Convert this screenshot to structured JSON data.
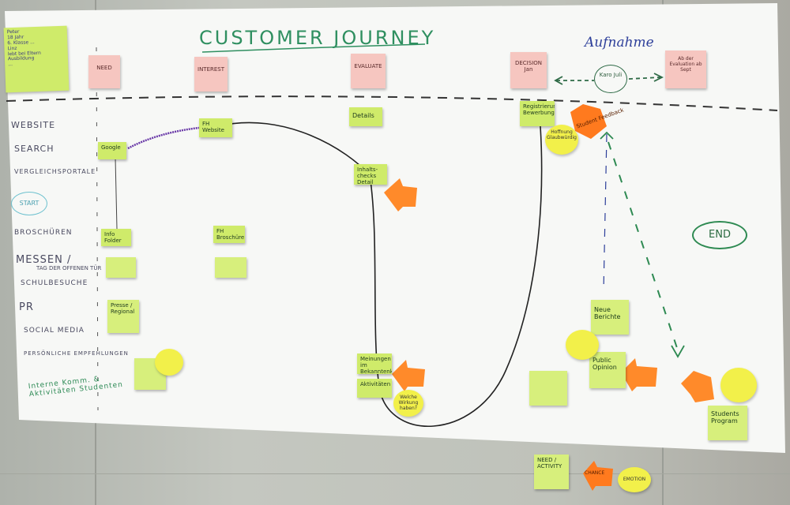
{
  "title": "CUSTOMER JOURNEY",
  "phase_right": "Aufnahme",
  "persona_note": [
    "Peter",
    "18 Jahr",
    "6. Klasse ...",
    "Linz",
    "lebt bei Eltern",
    "Ausbildung",
    "..."
  ],
  "stages": {
    "need": "NEED",
    "interest": "INTEREST",
    "evaluate": "EVALUATE",
    "decision": "DECISION Jan",
    "karo": "Karo Juli",
    "sept": "Ab der Evaluation ab Sept"
  },
  "touchpoints": {
    "website": "WEBSITE",
    "search": "SEARCH",
    "vergleich": "VERGLEICHSPORTALE",
    "start": "START",
    "broschueren": "BROSCHÜREN",
    "messen": "MESSEN /",
    "messen_sub": "TAG DER OFFENEN TÜR",
    "schulbesuche": "SCHULBESUCHE",
    "pr": "PR",
    "social": "SOCIAL MEDIA",
    "persoenlich": "PERSÖNLICHE EMPFEHLUNGEN",
    "intern": "Interne Komm. & Aktivitäten Studenten",
    "end": "END"
  },
  "notes": {
    "fh_website": "FH Website",
    "google": "Google",
    "details": "Details",
    "inhalt": "Inhalts-checks Detail",
    "registrierung": "Registrierung Bewerbung",
    "hoffnung": "Hoffnung Glaubwürdig",
    "student": "Student Feedback",
    "info_folder": "Info Folder",
    "fh_broschuere": "FH Broschüre",
    "presse": "Presse / Regional",
    "meinungen": "Meinungen im Bekanntenkreis",
    "aktivitaeten": "Aktivitäten",
    "welche": "Welche Wirkung haben?",
    "news": "Neue Berichte",
    "public": "Public Opinion",
    "students_program": "Students Program",
    "need_activity": "NEED / ACTIVITY",
    "chance": "CHANCE",
    "emotion": "EMOTION"
  },
  "colors": {
    "note_green": "#cfeb6a",
    "note_pink": "#f6c6c0",
    "note_orange": "#ff8a2a",
    "bubble_yellow": "#f2f04a",
    "marker_green": "#2f8f60",
    "marker_blue": "#2d3f9a"
  }
}
